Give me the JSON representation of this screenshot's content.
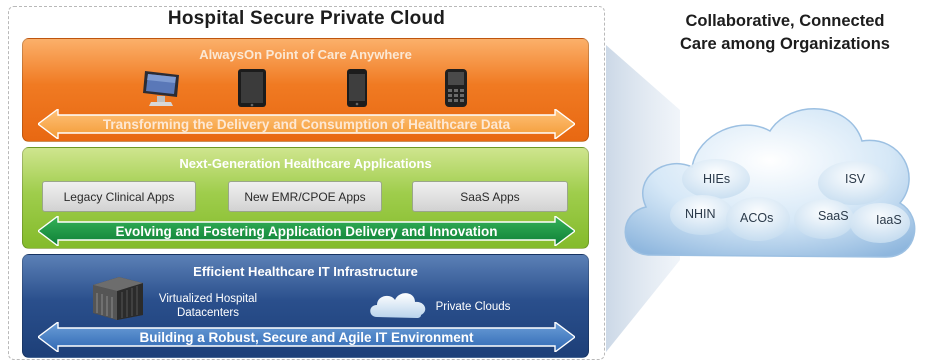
{
  "left_panel": {
    "title": "Hospital Secure Private Cloud",
    "layers": {
      "access": {
        "title": "AlwaysOn Point of Care Anywhere",
        "devices": [
          "desktop-monitor-icon",
          "tablet-icon",
          "smartphone-icon",
          "blackberry-phone-icon"
        ],
        "arrow_text": "Transforming the Delivery and Consumption of Healthcare Data"
      },
      "applications": {
        "title": "Next-Generation Healthcare Applications",
        "apps": [
          "Legacy Clinical Apps",
          "New EMR/CPOE Apps",
          "SaaS Apps"
        ],
        "arrow_text": "Evolving and Fostering Application Delivery and Innovation"
      },
      "infrastructure": {
        "title": "Efficient Healthcare IT Infrastructure",
        "datacenter_label_line1": "Virtualized Hospital",
        "datacenter_label_line2": "Datacenters",
        "private_clouds_label": "Private Clouds",
        "arrow_text": "Building a Robust, Secure and Agile IT Environment"
      }
    }
  },
  "right_panel": {
    "title_line1": "Collaborative, Connected",
    "title_line2": "Care among Organizations",
    "cloud_items": [
      "HIEs",
      "NHIN",
      "ACOs",
      "ISV",
      "SaaS",
      "IaaS"
    ]
  },
  "colors": {
    "orange_layer": "#f07a22",
    "green_layer": "#9fcd4c",
    "blue_layer": "#2a4f8c",
    "cloud": "#cfe3f5"
  }
}
